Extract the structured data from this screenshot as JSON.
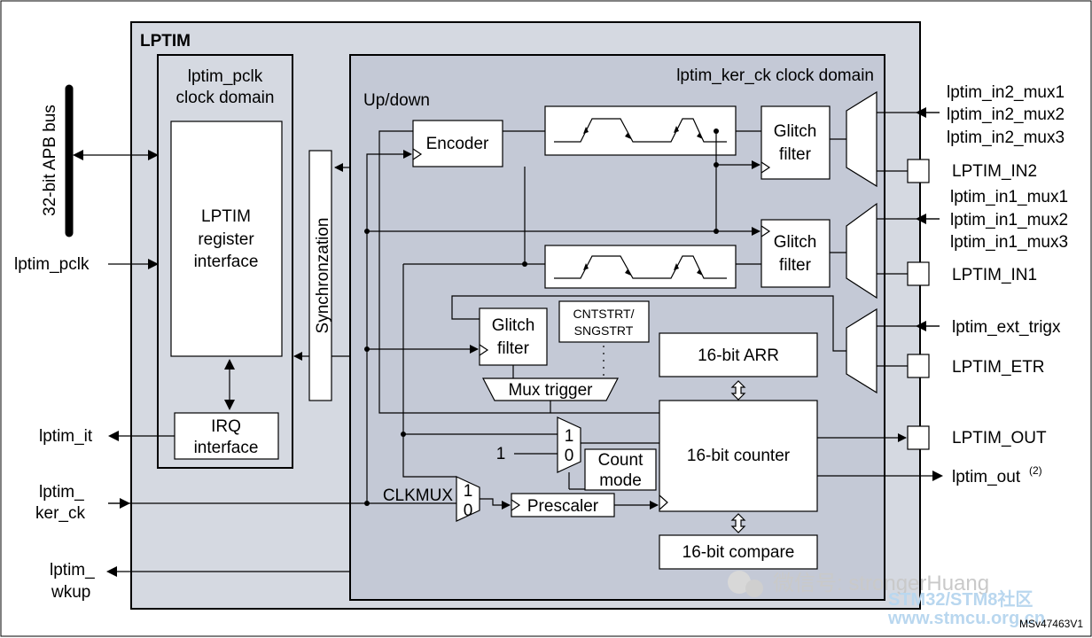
{
  "diagram": {
    "outer": {
      "title": "LPTIM"
    },
    "domains": {
      "pclk_title_1": "lptim_pclk",
      "pclk_title_2": "clock domain",
      "ker_title": "lptim_ker_ck clock domain",
      "updown": "Up/down"
    },
    "blocks": {
      "reg_if_1": "LPTIM",
      "reg_if_2": "register",
      "reg_if_3": "interface",
      "irq_1": "IRQ",
      "irq_2": "interface",
      "sync": "Synchronzation",
      "encoder": "Encoder",
      "glitch_1": "Glitch",
      "glitch_2": "filter",
      "cntstrt_1": "CNTSTRT/",
      "cntstrt_2": "SNGSTRT",
      "mux_trigger": "Mux trigger",
      "arr": "16-bit ARR",
      "counter": "16-bit counter",
      "compare": "16-bit compare",
      "count_mode_1": "Count",
      "count_mode_2": "mode",
      "prescaler": "Prescaler",
      "clkmux": "CLKMUX",
      "mux_1": "1",
      "mux_0": "0",
      "const_one": "1"
    },
    "signals_left": {
      "apb": "32-bit APB bus",
      "pclk": "lptim_pclk",
      "it": "lptim_it",
      "ker_ck_1": "lptim_",
      "ker_ck_2": "ker_ck",
      "wkup_1": "lptim_",
      "wkup_2": "wkup"
    },
    "signals_right": {
      "in2_mux1": "lptim_in2_mux1",
      "in2_mux2": "lptim_in2_mux2",
      "in2_mux3": "lptim_in2_mux3",
      "in2_pin": "LPTIM_IN2",
      "in1_mux1": "lptim_in1_mux1",
      "in1_mux2": "lptim_in1_mux2",
      "in1_mux3": "lptim_in1_mux3",
      "in1_pin": "LPTIM_IN1",
      "ext_trig": "lptim_ext_trigx",
      "etr_pin": "LPTIM_ETR",
      "out_pin": "LPTIM_OUT",
      "out_sig": "lptim_out",
      "out_sup": "(2)"
    },
    "ref": "MSv47463V1",
    "watermark": "微信号: strongerHuang",
    "watermark2_1": "STM32/STM8社区",
    "watermark2_2": "www.stmcu.org.cn"
  },
  "colors": {
    "outer_fill": "#d5d9e1",
    "inner_fill": "#c4c9d6",
    "line": "#000000"
  }
}
